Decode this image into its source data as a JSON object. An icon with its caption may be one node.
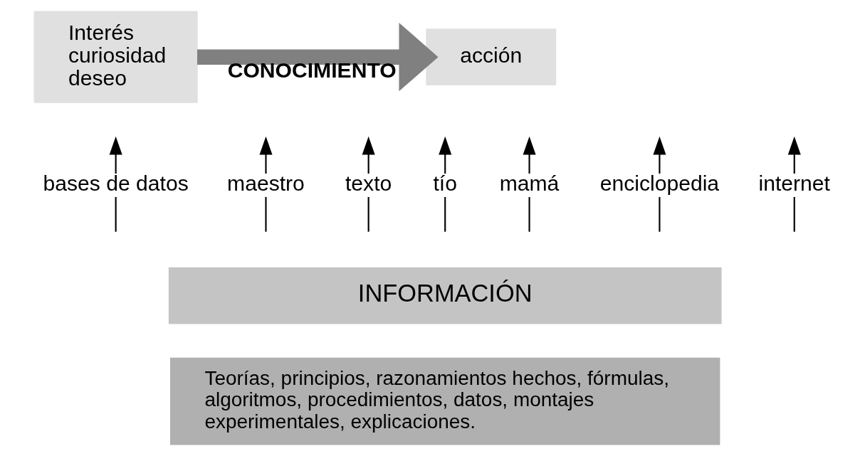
{
  "diagram": {
    "nodes": [
      {
        "text": [
          "Interés curiosidad deseo"
        ]
      },
      {
        "text": [
          "acción"
        ]
      },
      {
        "text": [
          "INFORMACIÓN"
        ]
      },
      {
        "text": [
          "Teorías, principios, razonamientos hechos, fórmulas, algoritmos, procedimientos, datos, montajes experimentales, explicaciones."
        ]
      },
      {
        "text": [
          "bases de datos"
        ]
      },
      {
        "text": [
          "maestro"
        ]
      },
      {
        "text": [
          "texto"
        ]
      },
      {
        "text": [
          "tío"
        ]
      },
      {
        "text": [
          "mamá"
        ]
      },
      {
        "text": [
          "enciclopedia"
        ]
      },
      {
        "text": [
          "internet"
        ]
      }
    ],
    "edges": [
      {
        "from": 0,
        "to": 1,
        "arrow": "to",
        "label": "CONOCIMIENTO",
        "style": "thick",
        "color": "#808080"
      },
      {
        "from": null,
        "to": 4,
        "arrow": "none"
      },
      {
        "from": 4,
        "to": null,
        "arrow": "to"
      },
      {
        "from": null,
        "to": 5,
        "arrow": "none"
      },
      {
        "from": 5,
        "to": null,
        "arrow": "to"
      },
      {
        "from": null,
        "to": 6,
        "arrow": "none"
      },
      {
        "from": 6,
        "to": null,
        "arrow": "to"
      },
      {
        "from": null,
        "to": 7,
        "arrow": "none"
      },
      {
        "from": 7,
        "to": null,
        "arrow": "to"
      },
      {
        "from": null,
        "to": 8,
        "arrow": "none"
      },
      {
        "from": 8,
        "to": null,
        "arrow": "to"
      },
      {
        "from": null,
        "to": 9,
        "arrow": "none"
      },
      {
        "from": 9,
        "to": null,
        "arrow": "to"
      },
      {
        "from": null,
        "to": 10,
        "arrow": "none"
      },
      {
        "from": 10,
        "to": null,
        "arrow": "to"
      }
    ]
  }
}
